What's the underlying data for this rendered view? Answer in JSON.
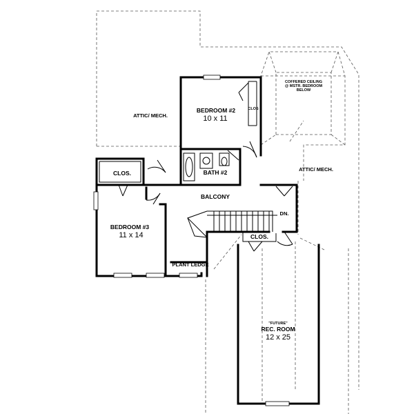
{
  "floorplan": {
    "rooms": {
      "bedroom2": {
        "name": "BEDROOM #2",
        "size": "10 x 11"
      },
      "bedroom3": {
        "name": "BEDROOM #3",
        "size": "11 x 14"
      },
      "bath2": {
        "name": "BATH #2"
      },
      "balcony": {
        "name": "BALCONY"
      },
      "rec_room": {
        "name1": "\"FUTURE\"",
        "name2": "REC. ROOM",
        "size": "12 x 25"
      }
    },
    "labels": {
      "attic_left": "ATTIC/ MECH.",
      "attic_right": "ATTIC/ MECH.",
      "clos_bedroom3": "CLOS.",
      "clos_bedroom2": "CLOS",
      "clos_rec": "CLOS.",
      "plant_ledge": "PLANT LEDGE",
      "stair_down": "DN.",
      "coffered": [
        "COFFERED CEILING",
        "@ MSTR. BEDROOM",
        "BELOW"
      ]
    }
  }
}
